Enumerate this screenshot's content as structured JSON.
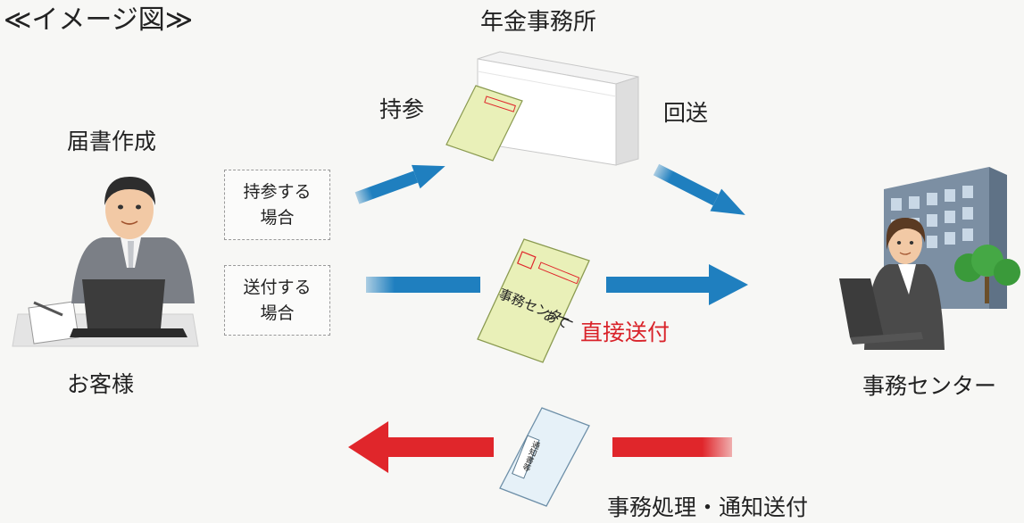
{
  "diagram": {
    "title": "≪イメージ図≫",
    "nodes": {
      "pension_office": "年金事務所",
      "customer_action": "届書作成",
      "customer": "お客様",
      "center": "事務センター"
    },
    "edges": {
      "carry": "持参",
      "forward": "回送",
      "direct_send": "直接送付",
      "processing_notice": "事務処理・通知送付"
    },
    "conditions": {
      "carry_case_line1": "持参する",
      "carry_case_line2": "場合",
      "mail_case_line1": "送付する",
      "mail_case_line2": "場合"
    },
    "envelope": {
      "address_line1": "事務センター",
      "address_line2": "あて",
      "notice_label": "通知書等"
    },
    "colors": {
      "blue_arrow": "#1f7fbf",
      "red_arrow": "#e0262b",
      "red_text": "#d9232a",
      "envelope_green": "#e9f0b8",
      "envelope_blue": "#e6f1f8",
      "tree_green": "#3a9a3a"
    }
  }
}
